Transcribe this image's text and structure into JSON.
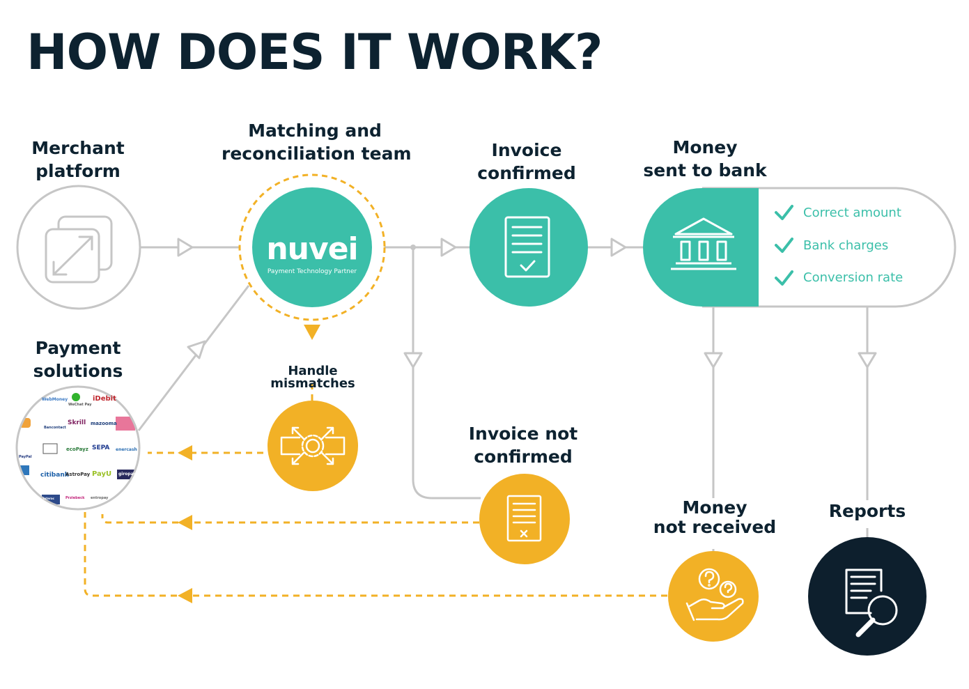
{
  "title": "HOW DOES IT WORK?",
  "colors": {
    "teal": "#3bbfa9",
    "yellow": "#f2b126",
    "navy": "#0d1f2d",
    "line_gray": "#c6c6c6"
  },
  "nodes": {
    "merchant": {
      "line1": "Merchant",
      "line2": "platform",
      "icon": "expand-arrows-icon"
    },
    "matching": {
      "line1": "Matching and",
      "line2": "reconciliation team",
      "brand": "nuvei",
      "tagline": "Payment Technology Partner"
    },
    "invoice_confirmed": {
      "line1": "Invoice",
      "line2": "confirmed",
      "icon": "document-check-icon"
    },
    "money_sent": {
      "line1": "Money",
      "line2": "sent to bank",
      "icon": "bank-icon",
      "checks": [
        "Correct amount",
        "Bank charges",
        "Conversion rate"
      ]
    },
    "payment_solutions": {
      "line1": "Payment",
      "line2": "solutions",
      "logos": [
        "WebMoney",
        "WeChat Pay",
        "iDebit",
        "Bancontact",
        "Skrill",
        "mazooma",
        "PayPal",
        "ecoPayz",
        "SEPA",
        "enercash",
        "citibank",
        "AstroPay",
        "PayU",
        "giropay",
        "Interac",
        "Prziebeck",
        "entropay"
      ]
    },
    "handle_mismatches": {
      "line1": "Handle",
      "line2": "mismatches",
      "icon": "gear-arrows-icon"
    },
    "invoice_not_confirmed": {
      "line1": "Invoice not",
      "line2": "confirmed",
      "icon": "document-x-icon"
    },
    "money_not_received": {
      "line1": "Money",
      "line2": "not received",
      "icon": "hand-coins-question-icon"
    },
    "reports": {
      "line1": "Reports",
      "icon": "report-magnifier-icon"
    }
  }
}
